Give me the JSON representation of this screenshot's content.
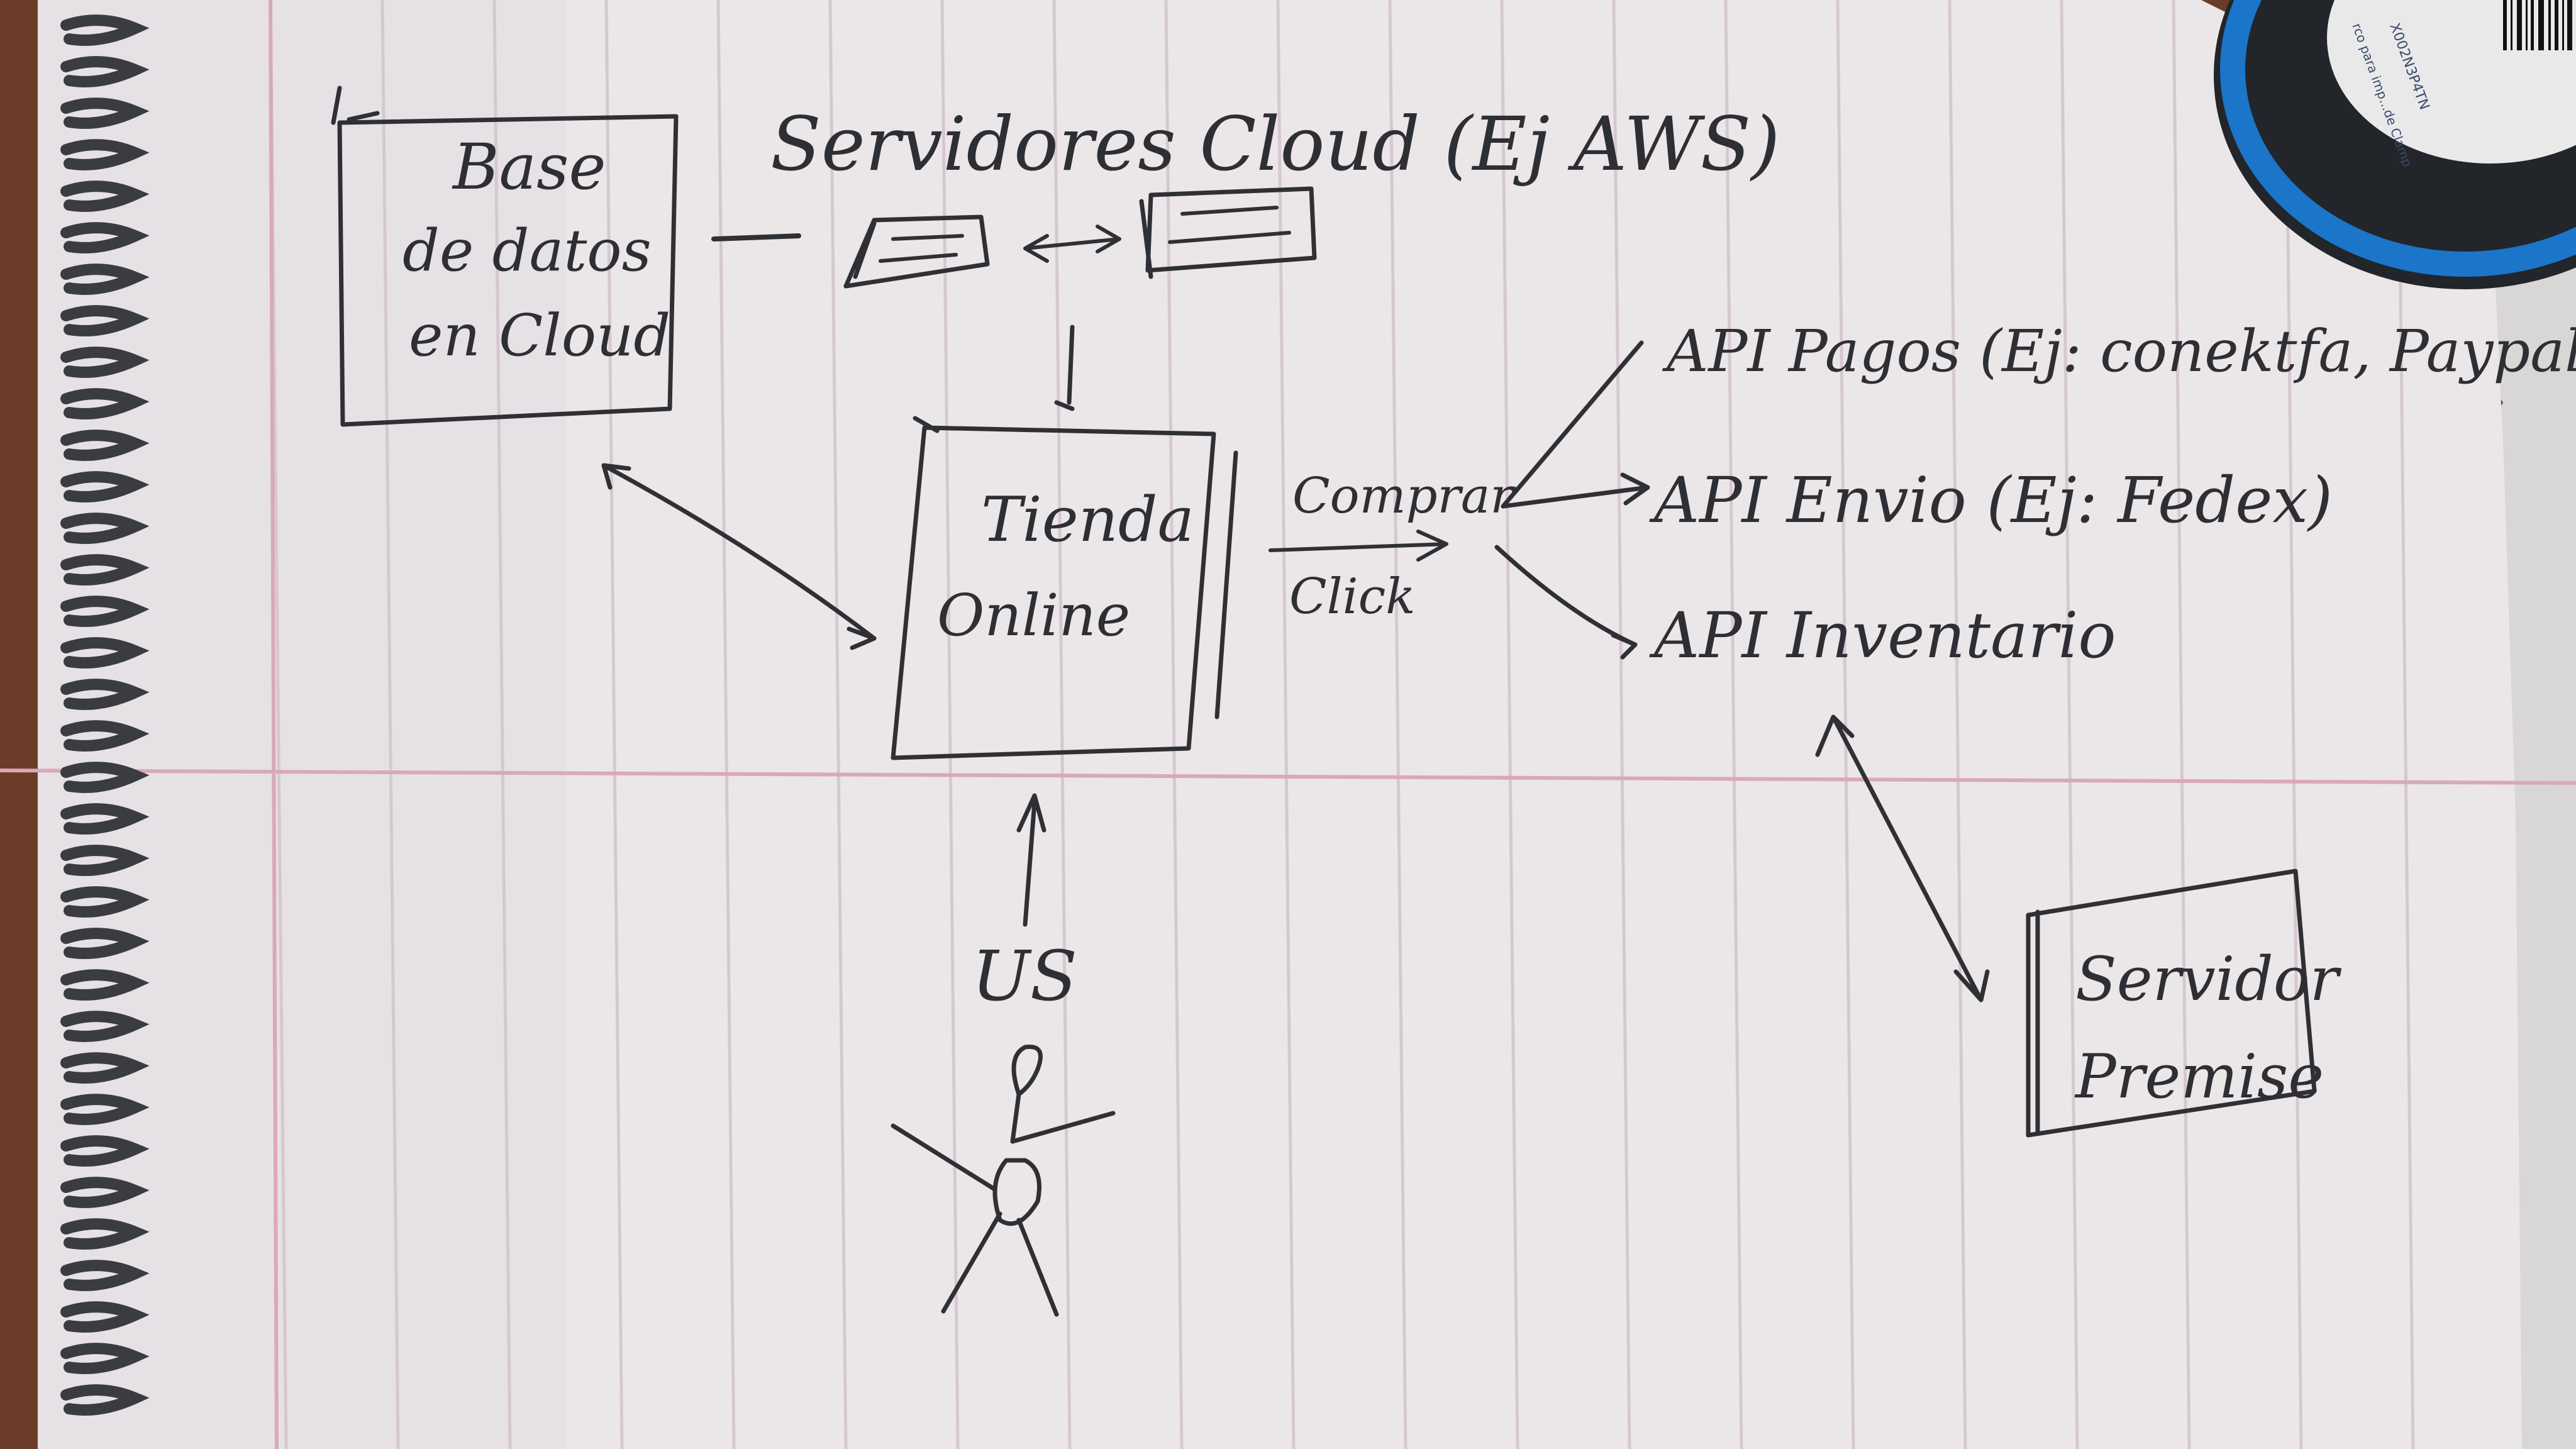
{
  "diagram": {
    "title": "Servidores Cloud (Ej AWS)",
    "nodes": {
      "database": [
        "Base",
        "de datos",
        "en Cloud"
      ],
      "store": [
        "Tienda",
        "Online"
      ],
      "user": "US",
      "api_payments": "API Pagos (Ej: conektfa, Paypal)",
      "api_shipping": "API Envio (Ej: Fedex)",
      "api_inventory": "API Inventario",
      "on_premise": [
        "Servidor",
        "Premise"
      ]
    },
    "edges": {
      "buy_click": [
        "Comprar",
        "Click"
      ]
    }
  },
  "tape": {
    "text_lines": [
      "X002N3P4TN",
      "rco para imp...de Clamp"
    ]
  },
  "colors": {
    "paper": "#ebe6e8",
    "rule_line": "#d9a9b8",
    "ink": "#2f3036",
    "tape_blue": "#1b75c9",
    "tape_dark": "#22252a",
    "table": "#5a4a3c"
  }
}
